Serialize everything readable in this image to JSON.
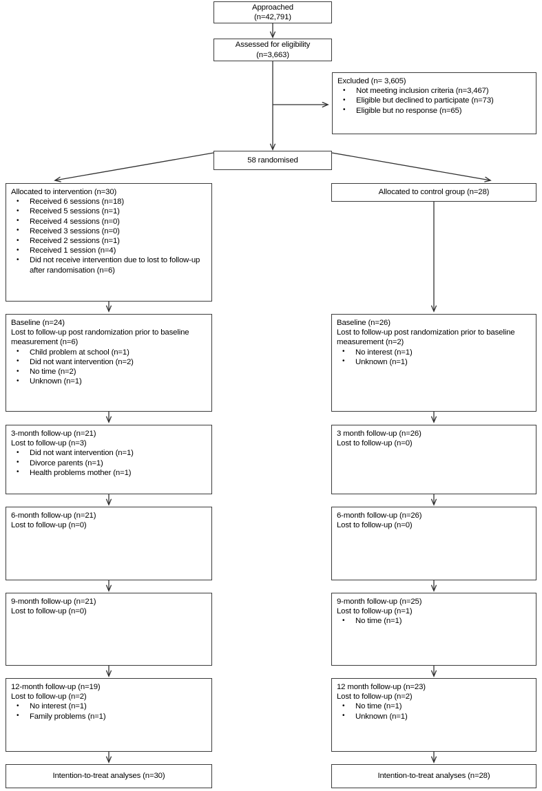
{
  "diagram": {
    "title": "CONSORT participant flow diagram",
    "line_color": "#2f2f2f",
    "box_border_color": "#3a3a3a",
    "background": "#ffffff"
  },
  "top": {
    "approached": {
      "line1": "Approached",
      "line2": "(n=42,791)"
    },
    "assessed": {
      "line1": "Assessed for eligibility",
      "line2": "(n=3,663)"
    },
    "excluded": {
      "header": "Excluded (n= 3,605)",
      "bullets": [
        "Not meeting inclusion criteria (n=3,467)",
        "Eligible but declined to participate (n=73)",
        "Eligible but no response (n=65)"
      ]
    },
    "randomised": {
      "label": "58 randomised"
    }
  },
  "intervention": {
    "allocation": {
      "header": "Allocated to intervention (n=30)",
      "bullets": [
        "Received 6 sessions (n=18)",
        "Received 5 sessions (n=1)",
        "Received 4 sessions (n=0)",
        "Received 3 sessions (n=0)",
        "Received 2 sessions (n=1)",
        "Received 1 session (n=4)",
        "Did not receive intervention due to lost to follow-up after randomisation (n=6)"
      ]
    },
    "baseline": {
      "header1": "Baseline (n=24)",
      "header2": "Lost to follow-up post randomization prior to baseline measurement (n=6)",
      "bullets": [
        "Child problem at school (n=1)",
        "Did not want intervention (n=2)",
        "No time (n=2)",
        "Unknown (n=1)"
      ]
    },
    "m3": {
      "header1": "3-month follow-up (n=21)",
      "header2": "Lost to follow-up (n=3)",
      "bullets": [
        "Did not want intervention (n=1)",
        "Divorce parents (n=1)",
        "Health problems mother (n=1)"
      ]
    },
    "m6": {
      "header1": "6-month follow-up (n=21)",
      "header2": "Lost to follow-up (n=0)",
      "bullets": []
    },
    "m9": {
      "header1": "9-month follow-up (n=21)",
      "header2": "Lost to follow-up (n=0)",
      "bullets": []
    },
    "m12": {
      "header1": "12-month follow-up (n=19)",
      "header2": "Lost to follow-up (n=2)",
      "bullets": [
        "No interest (n=1)",
        "Family problems (n=1)"
      ]
    },
    "itt": {
      "label": "Intention-to-treat analyses (n=30)"
    }
  },
  "control": {
    "allocation": {
      "header": "Allocated to control group (n=28)",
      "bullets": []
    },
    "baseline": {
      "header1": "Baseline (n=26)",
      "header2": "Lost to follow-up post randomization prior to baseline measurement (n=2)",
      "bullets": [
        "No interest (n=1)",
        "Unknown (n=1)"
      ]
    },
    "m3": {
      "header1": "3 month follow-up (n=26)",
      "header2": "Lost to follow-up (n=0)",
      "bullets": []
    },
    "m6": {
      "header1": "6-month follow-up (n=26)",
      "header2": "Lost to follow-up (n=0)",
      "bullets": []
    },
    "m9": {
      "header1": "9-month follow-up (n=25)",
      "header2": "Lost to follow-up (n=1)",
      "bullets": [
        "No time (n=1)"
      ]
    },
    "m12": {
      "header1": "12 month follow-up (n=23)",
      "header2": "Lost to follow-up (n=2)",
      "bullets": [
        "No time (n=1)",
        "Unknown (n=1)"
      ]
    },
    "itt": {
      "label": "Intention-to-treat analyses (n=28)"
    }
  }
}
